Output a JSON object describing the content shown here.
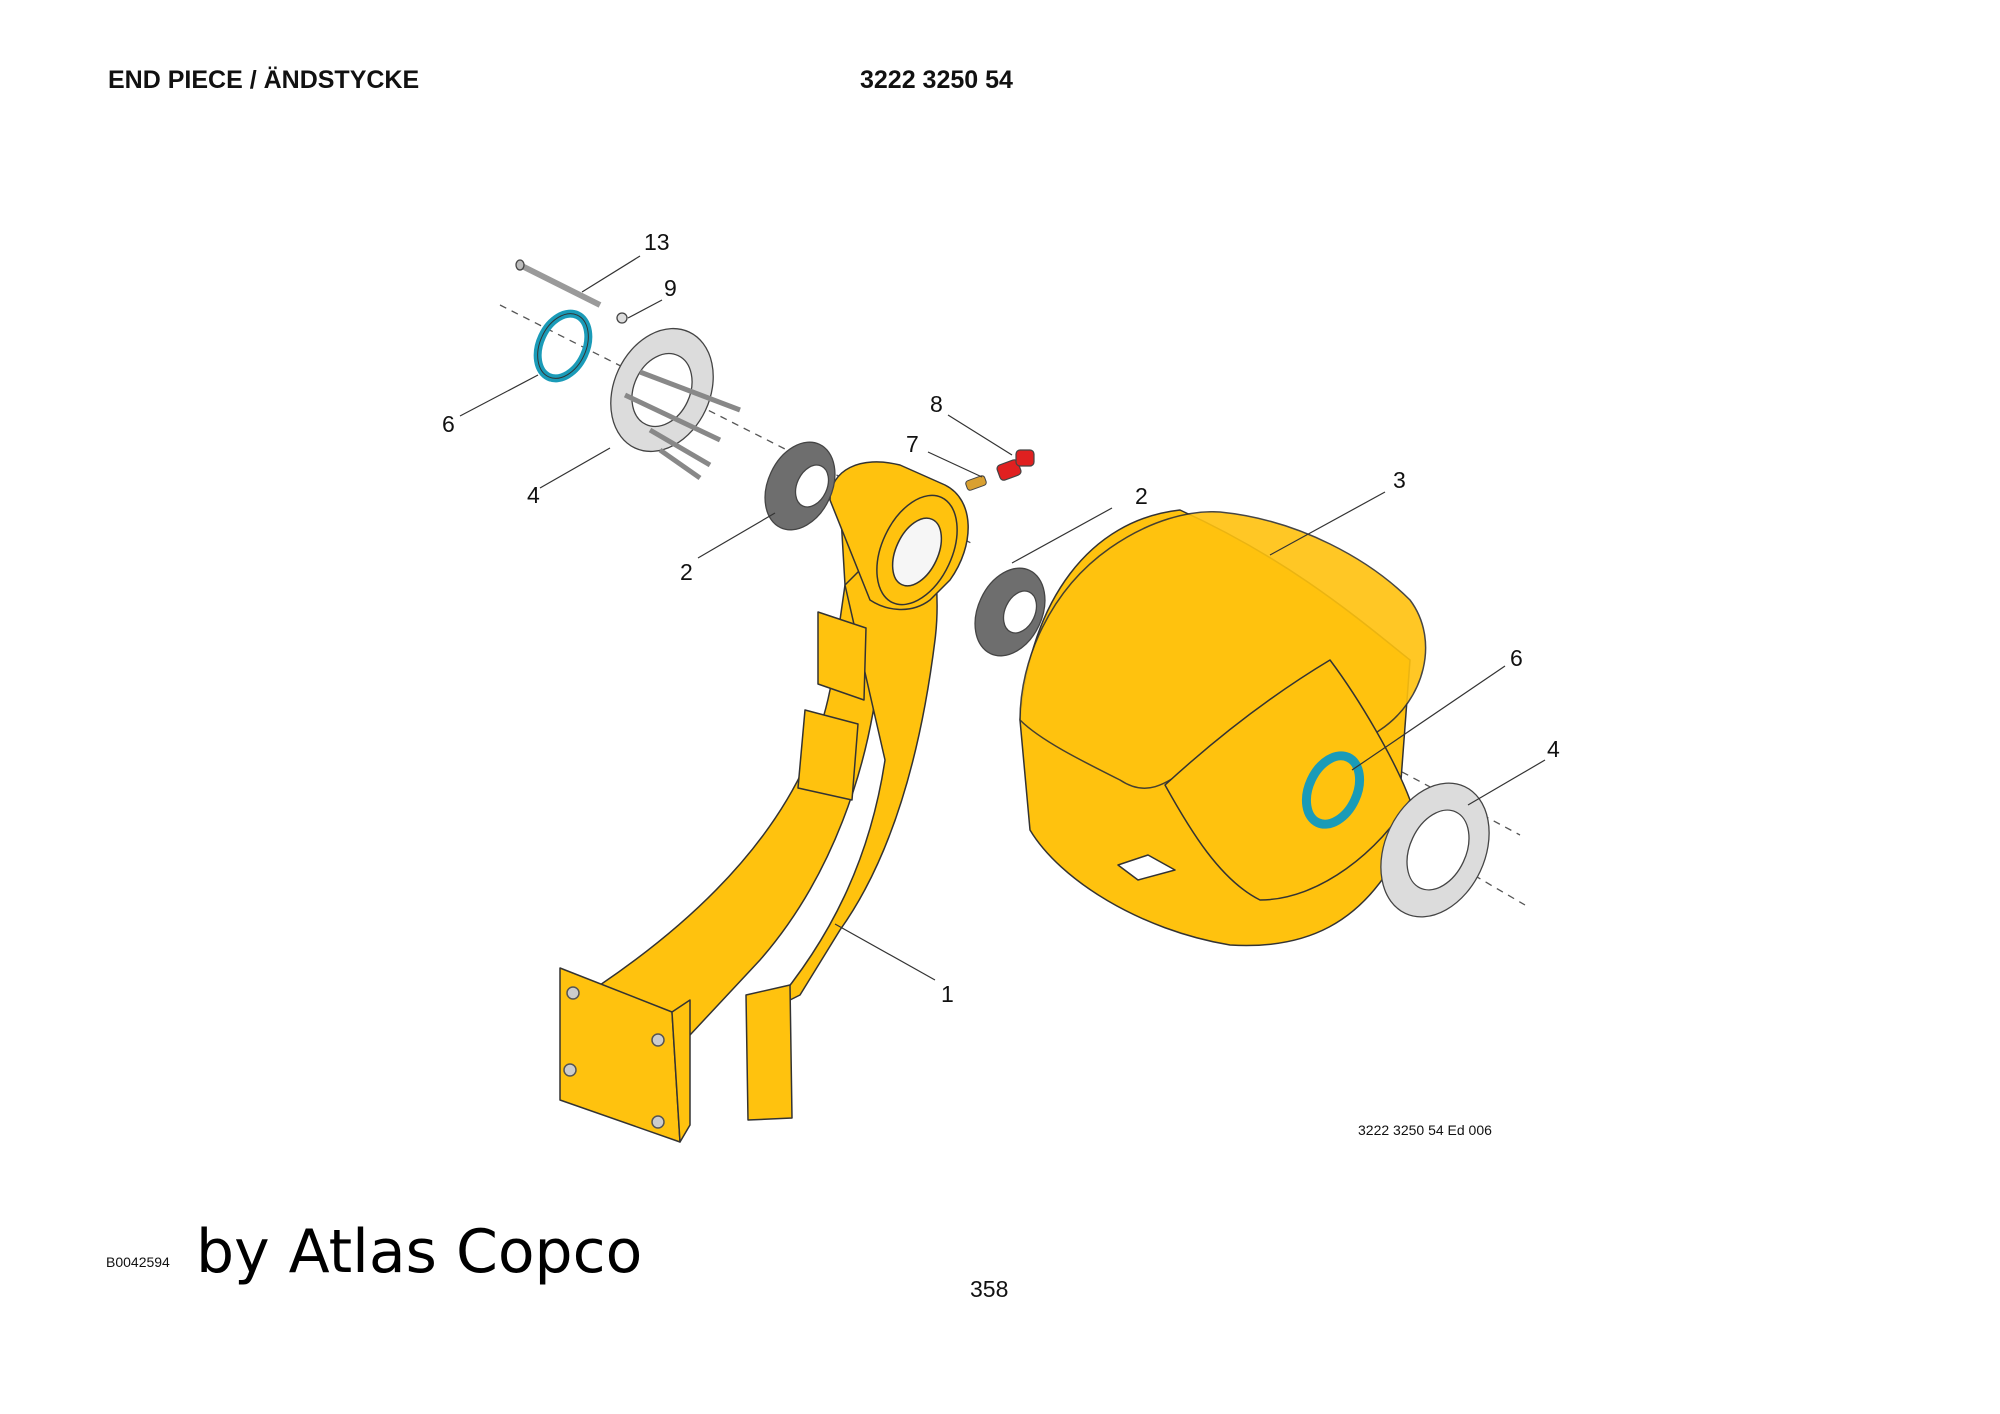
{
  "header": {
    "title": "END PIECE / ÄNDSTYCKE",
    "document_number": "3222 3250 54"
  },
  "diagram": {
    "callouts": [
      "13",
      "9",
      "6",
      "4",
      "2",
      "8",
      "7",
      "2",
      "3",
      "1",
      "6",
      "4"
    ],
    "colors": {
      "part_body": "#FFC20E",
      "seal_ring": "#1A9BB8",
      "bearing": "#6E6E6E",
      "flange": "#D9D9D9",
      "fitting_cap": "#E02020",
      "nipple": "#D9A030",
      "outline": "#333333"
    }
  },
  "footer": {
    "edition": "3222 3250 54 Ed 006",
    "image_code": "B0042594",
    "brand": "by Atlas Copco",
    "page_number": "358"
  }
}
